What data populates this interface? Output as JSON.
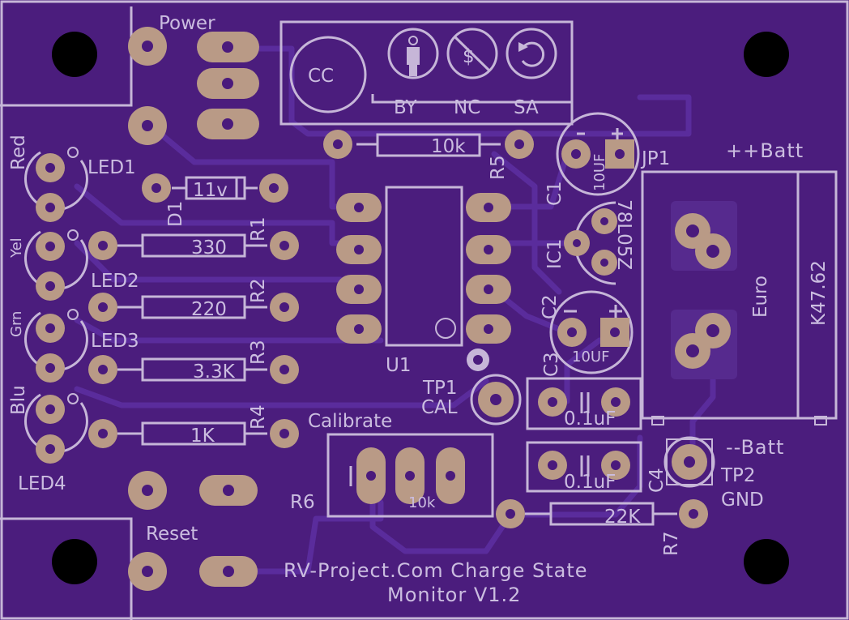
{
  "labels": {
    "power": "Power",
    "reset": "Reset",
    "cc": "CC",
    "by": "BY",
    "nc": "NC",
    "sa": "SA",
    "led1": "LED1",
    "led2": "LED2",
    "led3": "LED3",
    "led4": "LED4",
    "red": "Red",
    "yel": "Yel",
    "grn": "Grn",
    "blu": "Blu",
    "d1": "D1",
    "d1_value": "11v",
    "r1": "R1",
    "r1_value": "330",
    "r2": "R2",
    "r2_value": "220",
    "r3": "R3",
    "r3_value": "3.3K",
    "r4": "R4",
    "r4_value": "1K",
    "r5": "R5",
    "r5_value": "10k",
    "r6": "R6",
    "r6_value": "10k",
    "r7": "R7",
    "r7_value": "22K",
    "u1": "U1",
    "tp1": "TP1",
    "cal": "CAL",
    "calibrate": "Calibrate",
    "tp2": "TP2",
    "gnd": "GND",
    "jp1": "JP1",
    "c1": "C1",
    "c1_value": "10UF",
    "c2": "C2",
    "c2_value": "10UF",
    "c3": "C3",
    "c3_value": "0.1uF",
    "c4": "C4",
    "c4_value": "0.1uF",
    "ic1": "IC1",
    "ic1_value": "78L05Z",
    "pos_batt": "++Batt",
    "neg_batt": "--Batt",
    "euro": "Euro",
    "k47": "K47.62",
    "title_line1": "RV-Project.Com Charge State",
    "title_line2": "Monitor V1.2"
  },
  "colors": {
    "board": "#4b1d7d",
    "silkscreen": "#c6b6d8",
    "pad": "#b99a86",
    "trace": "#5a2c9c"
  }
}
